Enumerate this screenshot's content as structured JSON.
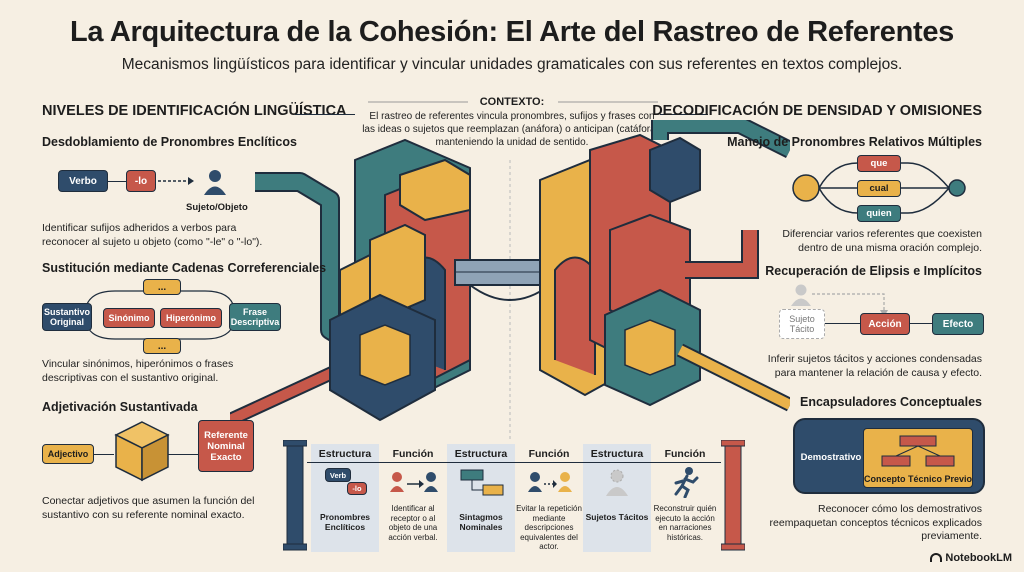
{
  "title": "La Arquitectura de la Cohesión: El Arte del Rastreo de Referentes",
  "subtitle": "Mecanismos lingüísticos para identificar y vincular unidades gramaticales con sus referentes en textos complejos.",
  "context": {
    "title": "CONTEXTO:",
    "body": "El rastreo de referentes vincula pronombres, sufijos y frases con las ideas o sujetos que reemplazan (anáfora) o anticipan (catáfora), manteniendo la unidad de sentido."
  },
  "left": {
    "heading": "NIVELES DE IDENTIFICACIÓN LINGÜÍSTICA",
    "enclitics": {
      "title": "Desdoblamiento de Pronombres Enclíticos",
      "verb": "Verbo",
      "suffix": "-lo",
      "subject": "Sujeto/Objeto",
      "desc": "Identificar sufijos adheridos a verbos para reconocer al sujeto u objeto (como \"-le\" o \"-lo\")."
    },
    "chains": {
      "title": "Sustitución mediante Cadenas Correferenciales",
      "noun": "Sustantivo Original",
      "synonym": "Sinónimo",
      "hypernym": "Hiperónimo",
      "phrase": "Frase Descriptiva",
      "ellipsis": "...",
      "desc": "Vincular sinónimos, hiperónimos o frases descriptivas con el sustantivo original."
    },
    "adjective": {
      "title": "Adjetivación Sustantivada",
      "adj": "Adjectivo",
      "referent": "Referente Nominal Exacto",
      "desc": "Conectar adjetivos que asumen la función del sustantivo con su referente nominal exacto."
    }
  },
  "right": {
    "heading": "DECODIFICACIÓN DE DENSIDAD Y OMISIONES",
    "relatives": {
      "title": "Manejo de Pronombres Relativos Múltiples",
      "items": [
        "que",
        "cual",
        "quien"
      ],
      "desc": "Diferenciar varios referentes que coexisten dentro de una misma oración complejo."
    },
    "ellipsis": {
      "title": "Recuperación de Elipsis e Implícitos",
      "tacit": "Sujeto Tácito",
      "action": "Acción",
      "effect": "Efecto",
      "desc": "Inferir sujetos tácitos y acciones condensadas para mantener la relación de causa y efecto."
    },
    "encapsulators": {
      "title": "Encapsuladores Conceptuales",
      "demonstrative": "Demostrativo",
      "concept": "Concepto Técnico Previo",
      "desc": "Reconocer cómo los demostrativos reempaquetan conceptos técnicos explicados previamente."
    }
  },
  "table": {
    "columns": [
      {
        "header": "Estructura",
        "caption": "Pronombres Enclíticos",
        "icon_text": [
          "Verb",
          "-lo"
        ]
      },
      {
        "header": "Función",
        "caption": "Identificar al receptor o al objeto de una acción verbal."
      },
      {
        "header": "Estructura",
        "caption": "Sintagmos Nominales"
      },
      {
        "header": "Función",
        "caption": "Evitar la repetición mediante descripciones equivalentes del actor."
      },
      {
        "header": "Estructura",
        "caption": "Sujetos Tácitos"
      },
      {
        "header": "Función",
        "caption": "Reconstruir quién ejecuto la acción en narraciones históricas."
      }
    ]
  },
  "brand": "NotebookLM",
  "colors": {
    "navy": "#2f4c6b",
    "red": "#c6584a",
    "gold": "#e9b24a",
    "teal": "#3e7c7e",
    "background": "#f6efe3"
  }
}
